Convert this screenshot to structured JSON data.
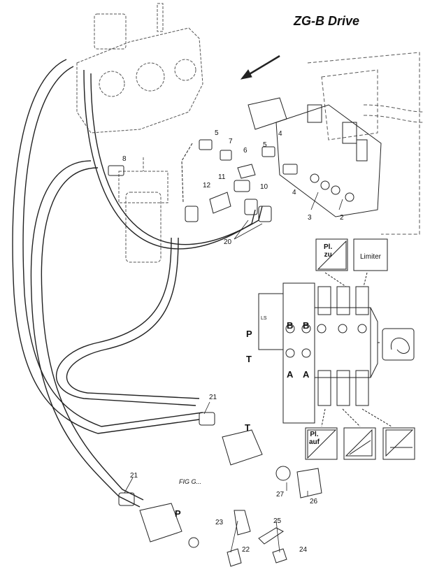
{
  "title": "ZG-B Drive",
  "callouts": [
    "2",
    "3",
    "4",
    "4",
    "5",
    "5",
    "6",
    "7",
    "8",
    "10",
    "11",
    "12",
    "20",
    "21",
    "21",
    "22",
    "23",
    "24",
    "25",
    "26",
    "27"
  ],
  "port_labels": {
    "P_left": "P",
    "T_left": "T",
    "B1": "B",
    "B2": "B",
    "A1": "A",
    "A2": "A",
    "T_coupler": "T",
    "P_coupler": "P",
    "valve_ls": "LS"
  },
  "figure_reference": "FIG G...",
  "icons": {
    "pl_zu": "Pl.\nzu",
    "limiter": "Limiter",
    "pl_auf": "Pl.\nauf",
    "hook_icon": "hook-rotation-icon",
    "tilt_left_icon": "tilt-left-icon",
    "tilt_right_icon": "tilt-right-icon"
  }
}
